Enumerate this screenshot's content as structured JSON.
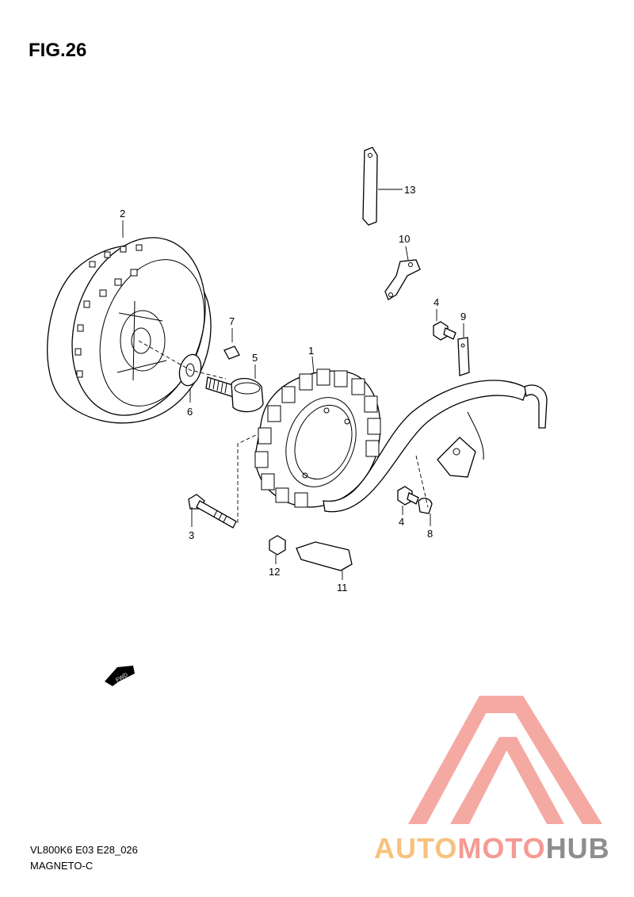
{
  "figure": {
    "title": "FIG.26"
  },
  "footer": {
    "model_code": "VL800K6 E03 E28_026",
    "section_name": "MAGNETO-C"
  },
  "watermark": {
    "brand_part1": "AUTO",
    "brand_part2": "MOTO",
    "brand_part3": "HUB",
    "colors": {
      "part1": "#f7c27d",
      "part2": "#f59a94",
      "part3": "#8e8e8e",
      "logo": "#f5a09a"
    }
  },
  "direction_indicator": {
    "label": "FWD"
  },
  "callouts": {
    "c1": "1",
    "c2": "2",
    "c3": "3",
    "c4a": "4",
    "c4b": "4",
    "c5": "5",
    "c6": "6",
    "c7": "7",
    "c8": "8",
    "c9": "9",
    "c10": "10",
    "c11": "11",
    "c12": "12",
    "c13": "13"
  }
}
